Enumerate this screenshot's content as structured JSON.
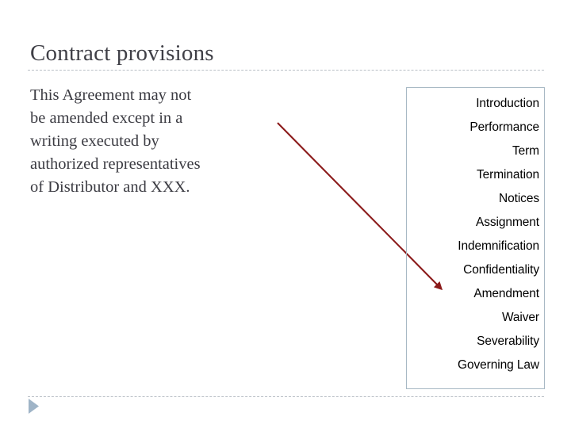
{
  "slide": {
    "title": "Contract provisions",
    "body_text": "This Agreement may not\nbe amended except in a\nwriting executed by\nauthorized representatives\nof Distributor and XXX.",
    "colors": {
      "title_text": "#3f3f46",
      "body_text": "#3c3c43",
      "rule": "#b9bfc6",
      "box_border": "#a7b8c4",
      "arrow": "#8b1a1a",
      "triangle": "#9fb4c7",
      "background": "#ffffff"
    }
  },
  "provisions": {
    "items": [
      "Introduction",
      "Performance",
      "Term",
      "Termination",
      "Notices",
      "Assignment",
      "Indemnification",
      "Confidentiality",
      "Amendment",
      "Waiver",
      "Severability",
      "Governing Law"
    ],
    "highlighted_item": "Amendment"
  },
  "footer": {
    "advance_icon": "play-triangle-icon"
  }
}
